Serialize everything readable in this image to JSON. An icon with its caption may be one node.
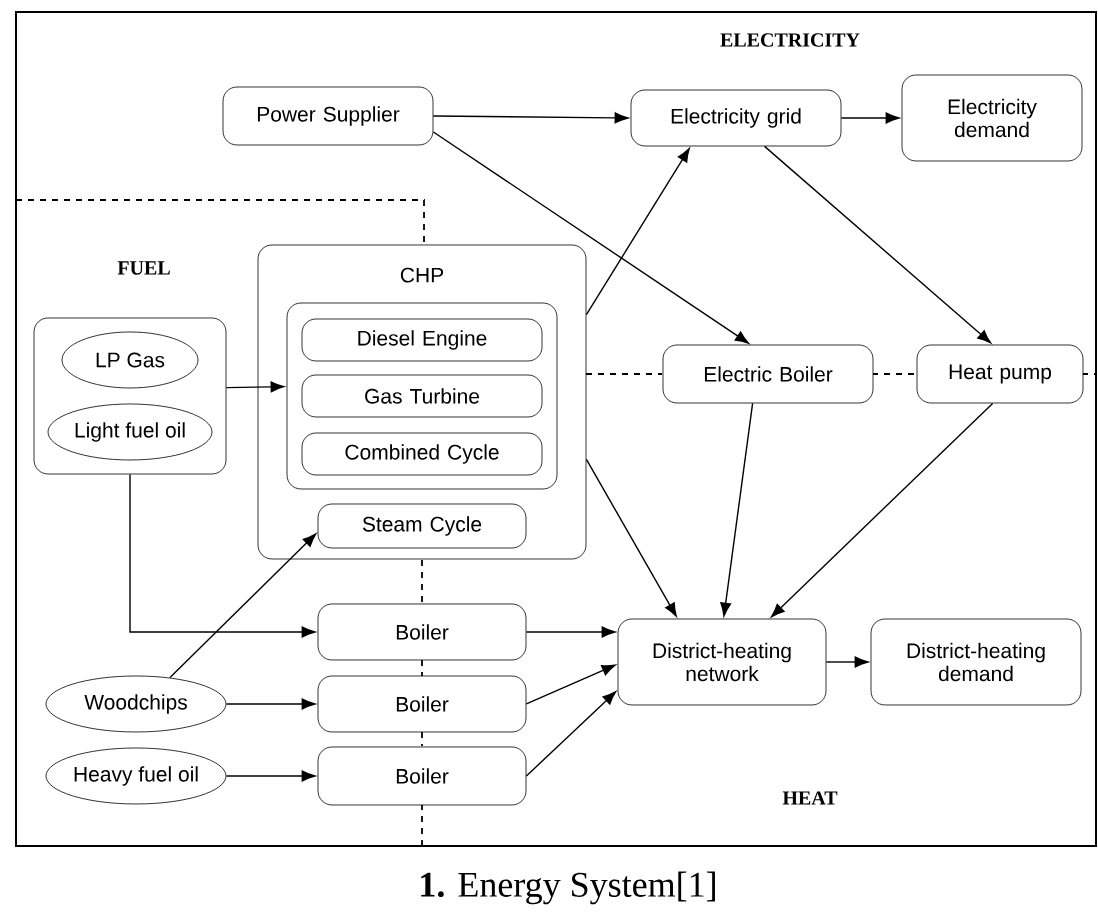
{
  "diagram": {
    "caption": "**1.** Energy System[1]",
    "nodes": [
      {
        "text": [
          "Power Supplier"
        ]
      },
      {
        "text": [
          "Electricity grid"
        ]
      },
      {
        "text": [
          "Electricity demand"
        ]
      },
      {
        "text": [
          "CHP"
        ]
      },
      {
        "text": [],
        "shape": "box",
        "in": 3
      },
      {
        "text": [
          "Diesel Engine"
        ],
        "in": 4
      },
      {
        "text": [
          "Gas Turbine"
        ],
        "in": 4
      },
      {
        "text": [
          "Combined Cycle"
        ],
        "in": 4
      },
      {
        "text": [
          "Steam Cycle"
        ],
        "in": 3
      },
      {
        "text": [],
        "shape": "box"
      },
      {
        "text": [
          "LP Gas"
        ],
        "in": 9
      },
      {
        "text": [
          "Light fuel oil"
        ],
        "in": 9
      },
      {
        "text": [
          "Electric Boiler"
        ]
      },
      {
        "text": [
          "Heat pump"
        ]
      },
      {
        "text": [
          "Boiler"
        ]
      },
      {
        "text": [
          "Woodchips"
        ]
      },
      {
        "text": [
          "Boiler"
        ]
      },
      {
        "text": [
          "Heavy fuel oil"
        ]
      },
      {
        "text": [
          "Boiler"
        ]
      },
      {
        "text": [
          "District-heating network"
        ]
      },
      {
        "text": [
          "District-heating demand"
        ]
      }
    ],
    "edges": [
      {
        "from": 0,
        "to": 1,
        "arrow": "to"
      },
      {
        "from": 1,
        "to": 2,
        "arrow": "to"
      },
      {
        "from": 0,
        "to": 12,
        "arrow": "to"
      },
      {
        "from": 1,
        "to": 13,
        "arrow": "to"
      },
      {
        "from": 3,
        "to": 1,
        "arrow": "to"
      },
      {
        "from": 9,
        "to": 4,
        "arrow": "to"
      },
      {
        "from": 3,
        "to": 19,
        "arrow": "to"
      },
      {
        "from": 12,
        "to": 19,
        "arrow": "to"
      },
      {
        "from": 13,
        "to": 19,
        "arrow": "to"
      },
      {
        "from": 9,
        "to": 14,
        "arrow": "to"
      },
      {
        "from": 15,
        "to": 8,
        "arrow": "to"
      },
      {
        "from": 15,
        "to": 16,
        "arrow": "to"
      },
      {
        "from": 17,
        "to": 18,
        "arrow": "to"
      },
      {
        "from": 14,
        "to": 19,
        "arrow": "to"
      },
      {
        "from": 16,
        "to": 19,
        "arrow": "to"
      },
      {
        "from": 18,
        "to": 19,
        "arrow": "to"
      },
      {
        "from": 19,
        "to": 20,
        "arrow": "to"
      }
    ],
    "labels": [
      "ELECTRICITY",
      "FUEL",
      "HEAT"
    ]
  }
}
